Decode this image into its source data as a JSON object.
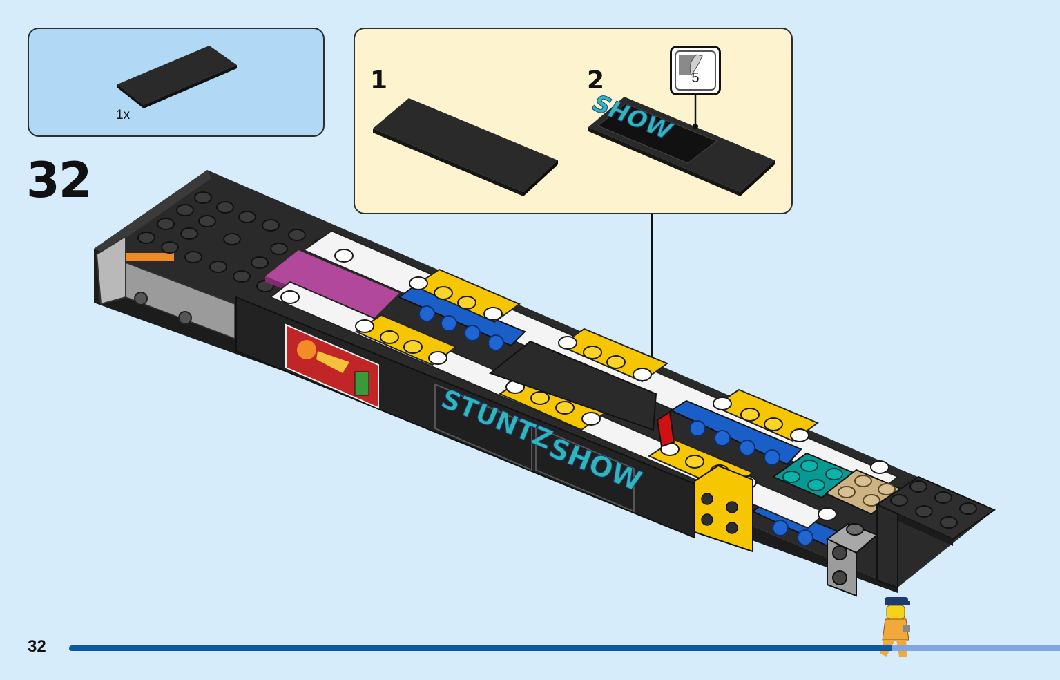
{
  "parts_callout": {
    "count": "1x"
  },
  "step": {
    "number": "32"
  },
  "substeps": [
    {
      "label": "1"
    },
    {
      "label": "2"
    }
  ],
  "sticker": {
    "number": "5",
    "printed_text": "SHOW"
  },
  "model_stickers": {
    "left_text": "STUNTZ",
    "right_text": "SHOW"
  },
  "page": {
    "number": "32"
  },
  "progress": {
    "fraction": 0.83
  },
  "colors": {
    "background": "#d6ecfb",
    "parts_box": "#b1d8f4",
    "substep_box": "#fdf4cf",
    "brick_black": "#2a2a2a",
    "brick_yellow": "#f6c700",
    "brick_blue": "#1a5fc8",
    "brick_white": "#f4f4f4",
    "brick_magenta": "#b2489b",
    "brick_teal": "#079a95",
    "brick_tan": "#cdb283",
    "sticker_text": "#2fb7b5",
    "progress_dark": "#0b5aa6",
    "progress_light": "#7fa6e0"
  }
}
